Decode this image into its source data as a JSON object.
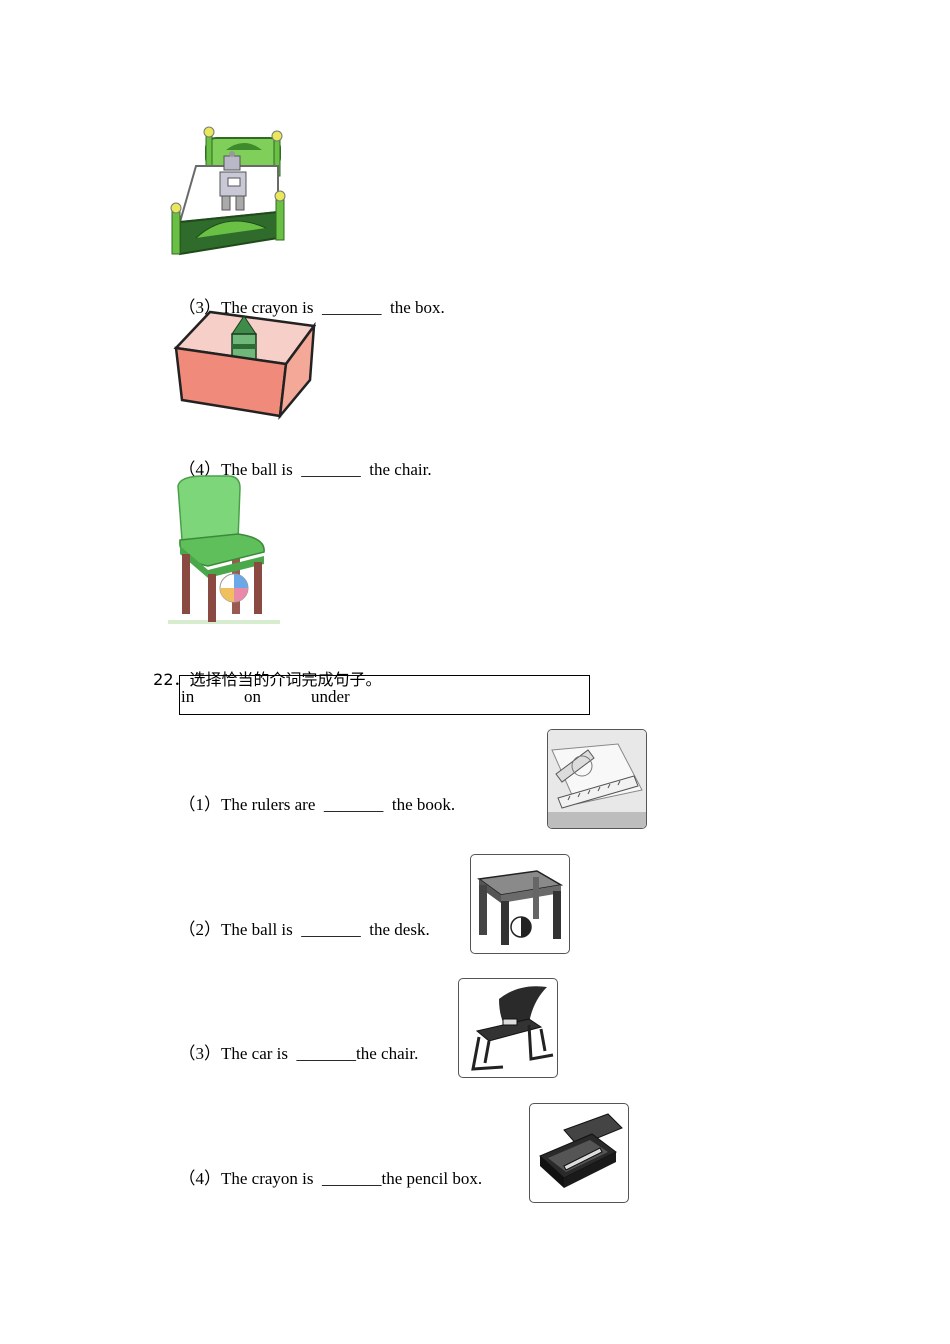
{
  "part_a": {
    "items": [
      {
        "number": "（3）",
        "text": "The crayon is  _______  the box."
      },
      {
        "number": "（4）",
        "text": "The ball is  _______  the chair."
      }
    ]
  },
  "question22": {
    "number": "22．",
    "title": "选择恰当的介词完成句子。",
    "words": [
      "in",
      "on",
      "under"
    ],
    "items": [
      {
        "number": "（1）",
        "text": "The rulers are  _______  the book."
      },
      {
        "number": "（2）",
        "text": "The ball is  _______  the desk."
      },
      {
        "number": "（3）",
        "text": "The car is  _______the chair."
      },
      {
        "number": "（4）",
        "text": "The crayon is  _______the pencil box."
      }
    ]
  }
}
